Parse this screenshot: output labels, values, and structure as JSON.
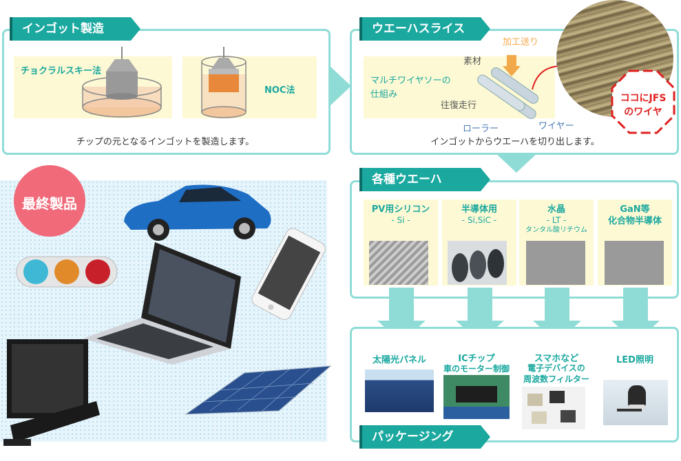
{
  "ingot": {
    "title": "インゴット製造",
    "cz_label": "チョクラルスキー法",
    "noc_label": "NOC法",
    "caption": "チップの元となるインゴットを製造します。"
  },
  "wafer_slice": {
    "title": "ウエーハスライス",
    "mechanism_label_1": "マルチワイヤソーの",
    "mechanism_label_2": "仕組み",
    "material": "素材",
    "feed": "加工送り",
    "reciprocate": "往復走行",
    "roller": "ローラー",
    "wire": "ワイヤー",
    "callout_1": "ココにJFS",
    "callout_2": "のワイヤ",
    "caption": "インゴットからウエーハを切り出します。"
  },
  "final_products": {
    "badge": "最終製品"
  },
  "wafers": {
    "title": "各種ウエーハ",
    "items": [
      {
        "name": "PV用シリコン",
        "sub": "- Si -",
        "sub2": ""
      },
      {
        "name": "半導体用",
        "sub": "- Si,SiC -",
        "sub2": ""
      },
      {
        "name": "水晶",
        "sub": "- LT -",
        "sub2": "タンタル酸リチウム"
      },
      {
        "name": "GaN等",
        "sub": "化合物半導体",
        "sub2": ""
      }
    ]
  },
  "applications": {
    "items": [
      {
        "line1": "太陽光パネル",
        "line2": "",
        "line3": ""
      },
      {
        "line1": "ICチップ",
        "line2": "車のモーター制御",
        "line3": ""
      },
      {
        "line1": "スマホなど",
        "line2": "電子デバイスの",
        "line3": "周波数フィルター"
      },
      {
        "line1": "LED照明",
        "line2": "",
        "line3": ""
      }
    ]
  },
  "packaging": {
    "title": "パッケージング"
  },
  "colors": {
    "teal": "#1aa89f",
    "teal_light": "#8fdcd6",
    "cream": "#fdf9d4",
    "orange": "#f2a94a",
    "badge_pink": "#f06a7a"
  }
}
